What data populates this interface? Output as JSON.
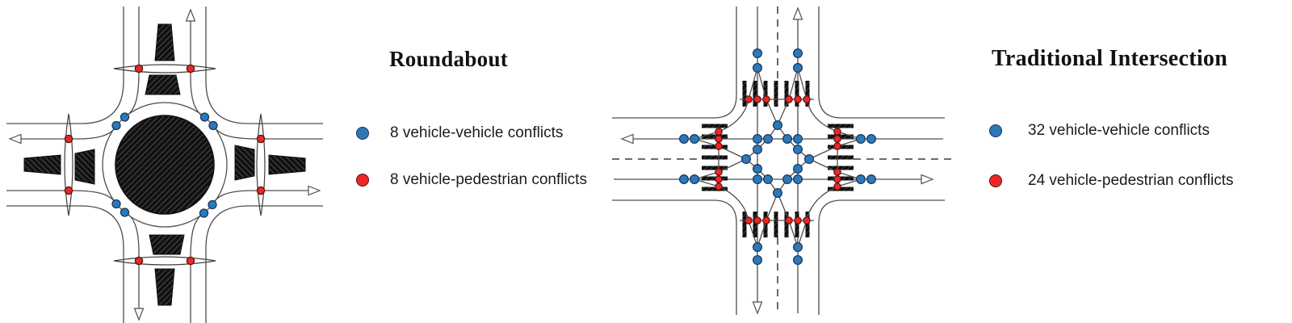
{
  "colors": {
    "vehicle_vehicle": "#2e78b8",
    "vehicle_vehicle_stroke": "#17365d",
    "vehicle_pedestrian": "#ee2724",
    "vehicle_pedestrian_stroke": "#501416",
    "road_line": "#4f4f4f",
    "island_fill": "#111111",
    "text": "#121212"
  },
  "roundabout": {
    "title": "Roundabout",
    "legend": [
      {
        "label": "8 vehicle-vehicle conflicts",
        "type": "vehicle-vehicle"
      },
      {
        "label": "8 vehicle-pedestrian conflicts",
        "type": "vehicle-pedestrian"
      }
    ],
    "conflict_points": {
      "vehicle_vehicle": [
        [
          154.5,
          145
        ],
        [
          144,
          155.5
        ],
        [
          253.5,
          145
        ],
        [
          264,
          155.5
        ],
        [
          263,
          253.5
        ],
        [
          252.5,
          264
        ],
        [
          154.5,
          263
        ],
        [
          144,
          252.5
        ]
      ],
      "vehicle_pedestrian": [
        [
          172,
          85
        ],
        [
          236,
          85
        ],
        [
          323,
          172
        ],
        [
          323,
          236
        ],
        [
          236,
          323
        ],
        [
          172,
          323
        ],
        [
          85,
          236
        ],
        [
          85,
          172
        ]
      ]
    }
  },
  "intersection": {
    "title": "Traditional Intersection",
    "legend": [
      {
        "label": "32 vehicle-vehicle conflicts",
        "type": "vehicle-vehicle"
      },
      {
        "label": "24 vehicle-pedestrian conflicts",
        "type": "vehicle-pedestrian"
      }
    ],
    "conflict_points": {
      "vehicle_vehicle": [
        [
          938,
          66
        ],
        [
          938,
          84
        ],
        [
          988,
          66
        ],
        [
          988,
          84
        ],
        [
          938,
          306
        ],
        [
          938,
          322
        ],
        [
          988,
          306
        ],
        [
          988,
          322
        ],
        [
          847,
          172
        ],
        [
          860,
          172
        ],
        [
          847,
          222
        ],
        [
          860,
          222
        ],
        [
          1066,
          172
        ],
        [
          1079,
          172
        ],
        [
          1066,
          222
        ],
        [
          1079,
          222
        ],
        [
          951,
          172
        ],
        [
          975,
          172
        ],
        [
          938,
          185
        ],
        [
          988,
          185
        ],
        [
          938,
          209
        ],
        [
          988,
          209
        ],
        [
          951,
          222
        ],
        [
          975,
          222
        ],
        [
          938,
          172
        ],
        [
          988,
          172
        ],
        [
          938,
          222
        ],
        [
          988,
          222
        ],
        [
          963,
          155
        ],
        [
          924,
          197
        ],
        [
          1002,
          197
        ],
        [
          963,
          239
        ]
      ],
      "vehicle_pedestrian": [
        [
          927,
          123
        ],
        [
          938,
          123
        ],
        [
          949,
          123
        ],
        [
          977,
          123
        ],
        [
          988,
          123
        ],
        [
          999,
          123
        ],
        [
          927,
          273
        ],
        [
          938,
          273
        ],
        [
          949,
          273
        ],
        [
          977,
          273
        ],
        [
          988,
          273
        ],
        [
          999,
          273
        ],
        [
          890,
          163
        ],
        [
          890,
          172
        ],
        [
          890,
          181
        ],
        [
          890,
          213
        ],
        [
          890,
          222
        ],
        [
          890,
          231
        ],
        [
          1037,
          163
        ],
        [
          1037,
          172
        ],
        [
          1037,
          181
        ],
        [
          1037,
          213
        ],
        [
          1037,
          222
        ],
        [
          1037,
          231
        ]
      ]
    }
  }
}
